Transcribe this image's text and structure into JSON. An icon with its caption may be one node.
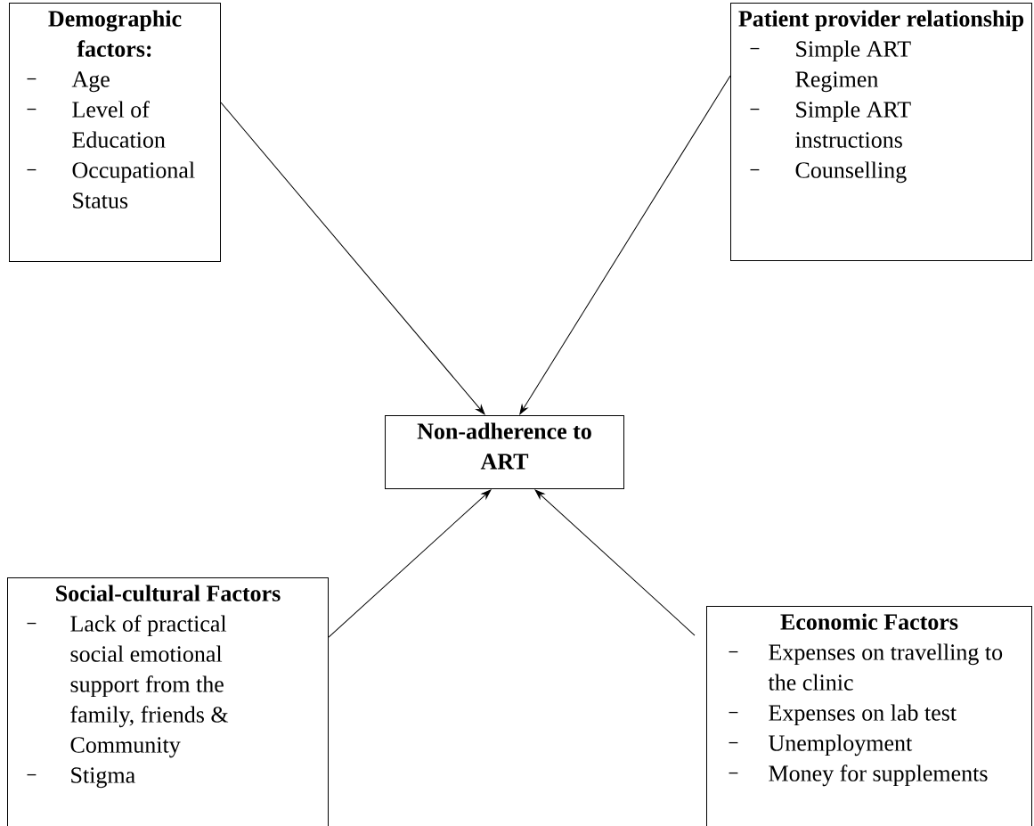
{
  "diagram": {
    "nodes": [
      {
        "text": [
          "Demographic factors:",
          "Age",
          "Level of Education",
          "Occupational Status"
        ]
      },
      {
        "text": [
          "Patient provider relationship",
          "Simple ART Regimen",
          "Simple ART instructions",
          "Counselling"
        ]
      },
      {
        "text": [
          "Non-adherence to ART"
        ]
      },
      {
        "text": [
          "Social-cultural Factors",
          "Lack of practical social emotional support from the family, friends & Community",
          "Stigma"
        ]
      },
      {
        "text": [
          "Economic Factors",
          "Expenses on travelling to the clinic",
          "Expenses on lab test",
          "Unemployment",
          "Money for supplements"
        ]
      }
    ],
    "edges": [
      {
        "from": 0,
        "to": 2,
        "arrow": "to"
      },
      {
        "from": 1,
        "to": 2,
        "arrow": "to"
      },
      {
        "from": 3,
        "to": 2,
        "arrow": "to"
      },
      {
        "from": 4,
        "to": 2,
        "arrow": "to"
      }
    ]
  }
}
